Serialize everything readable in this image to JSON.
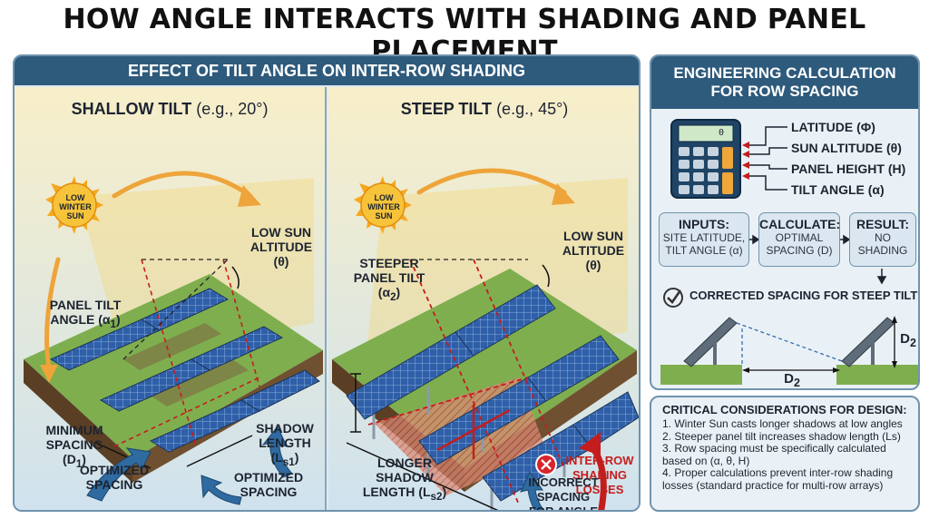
{
  "title": "HOW ANGLE INTERACTS WITH SHADING AND PANEL PLACEMENT",
  "left_panel": {
    "header": "EFFECT OF TILT ANGLE ON INTER-ROW SHADING",
    "shallow": {
      "title": "SHALLOW TILT",
      "title_suffix": " (e.g., 20°)",
      "sun_label": "LOW WINTER SUN",
      "sun_altitude": "LOW SUN ALTITUDE (θ)",
      "tilt_label": "PANEL TILT ANGLE (α",
      "tilt_sub": "1",
      "min_spacing": "MINIMUM SPACING",
      "min_spacing_sym": "(D",
      "min_spacing_sub": "1",
      "optimized_1": "OPTIMIZED SPACING",
      "shadow_length": "SHADOW LENGTH (L",
      "shadow_sub": "s1",
      "optimized_2": "OPTIMIZED SPACING"
    },
    "steep": {
      "title": "STEEP TILT",
      "title_suffix": " (e.g., 45°)",
      "sun_label": "LOW WINTER SUN",
      "sun_altitude": "LOW SUN ALTITUDE (θ)",
      "tilt_label": "STEEPER PANEL TILT",
      "tilt_sym": "(α",
      "tilt_sub": "2",
      "longer_shadow": "LONGER SHADOW LENGTH (L",
      "shadow_sub": "s2",
      "losses": "INTER-ROW SHADING LOSSES",
      "incorrect": "INCORRECT SPACING FOR ANGLE"
    }
  },
  "right_panel": {
    "header_line1": "ENGINEERING CALCULATION",
    "header_line2": "FOR ROW SPACING",
    "calculator_display": "0",
    "variables": [
      "LATITUDE (Φ)",
      "SUN ALTITUDE (θ)",
      "PANEL HEIGHT (H)",
      "TILT ANGLE (α)"
    ],
    "inputs": {
      "heading": "INPUTS:",
      "body": "SITE LATITUDE, TILT ANGLE (α)"
    },
    "calculate": {
      "heading": "CALCULATE:",
      "body": "OPTIMAL SPACING (D)"
    },
    "result": {
      "heading": "RESULT:",
      "body": "NO SHADING"
    },
    "corrected": "CORRECTED SPACING FOR STEEP TILT",
    "d2_height": "D",
    "d2_height_sub": "2",
    "d2_spacing": "D",
    "d2_spacing_sub": "2"
  },
  "critical": {
    "title": "CRITICAL CONSIDERATIONS FOR DESIGN:",
    "items": [
      "1. Winter Sun casts longer shadows at low angles",
      "2. Steeper panel tilt increases shadow length (Ls)",
      "3. Row spacing must be specifically calculated based on (α, θ, H)",
      "4. Proper calculations prevent inter-row shading losses (standard practice for multi-row arrays)"
    ]
  },
  "colors": {
    "header_bg": "#2e5a7c",
    "panel_blue": "#2f5fa8",
    "ground_green": "#7fae4f",
    "sun_yellow": "#f6c33a",
    "arrow_orange": "#eea43a",
    "shadow_red": "#c41d1d"
  }
}
